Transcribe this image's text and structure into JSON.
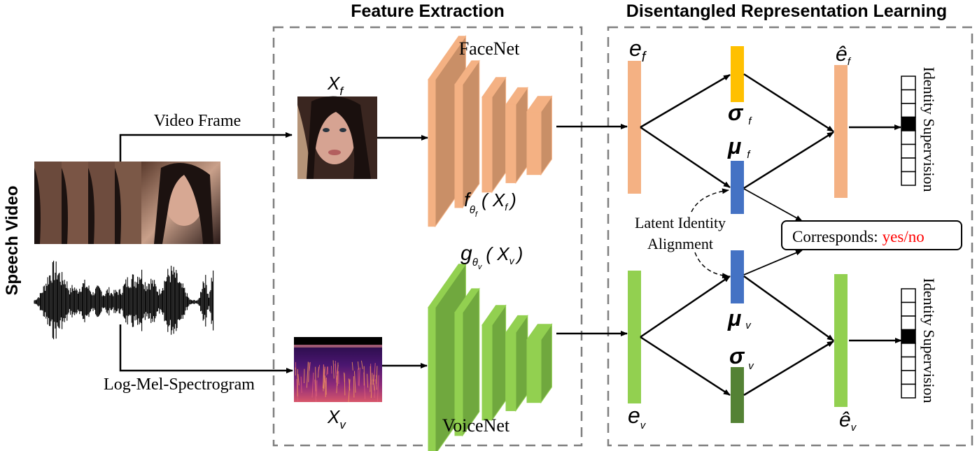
{
  "sections": {
    "left_label": "Speech Video",
    "feature_extraction": "Feature Extraction",
    "disentangled": "Disentangled Representation Learning"
  },
  "inputs": {
    "video_frame_label": "Video Frame",
    "spectrogram_label": "Log-Mel-Spectrogram",
    "face_input_symbol": "X",
    "face_input_sub": "f",
    "voice_input_symbol": "X",
    "voice_input_sub": "v"
  },
  "networks": {
    "face_net": "FaceNet",
    "voice_net": "VoiceNet",
    "face_func": "f",
    "face_func_sub": "θ",
    "face_func_subsub": "f",
    "face_func_arg": "( X",
    "face_func_arg_sub": "f",
    "face_func_close": ")",
    "voice_func": "g",
    "voice_func_sub": "θ",
    "voice_func_subsub": "v",
    "voice_func_arg": "( X",
    "voice_func_arg_sub": "v",
    "voice_func_close": ")"
  },
  "latent": {
    "e_face": "e",
    "e_face_sub": "f",
    "e_voice": "e",
    "e_voice_sub": "v",
    "sigma_face": "σ",
    "sigma_face_sub": "f",
    "mu_face": "μ",
    "mu_face_sub": "f",
    "mu_voice": "μ",
    "mu_voice_sub": "v",
    "sigma_voice": "σ",
    "sigma_voice_sub": "v",
    "ehat_face": "ê",
    "ehat_face_sub": "f",
    "ehat_voice": "ê",
    "ehat_voice_sub": "v",
    "alignment_line1": "Latent Identity",
    "alignment_line2": "Alignment",
    "corresponds_label": "Corresponds:",
    "corresponds_value": "yes/no",
    "identity_supervision": "Identity Supervision"
  },
  "identity_vector": {
    "cells": 8,
    "active_index": 3
  },
  "colors": {
    "face": "#F4B183",
    "face_dark": "#C98F67",
    "voice": "#92D050",
    "voice_dark": "#70A83E",
    "sigma_face": "#FFC000",
    "mu": "#4472C4",
    "sigma_voice": "#548235",
    "dash_box": "#7F7F7F",
    "highlight_red": "#FF0000"
  }
}
